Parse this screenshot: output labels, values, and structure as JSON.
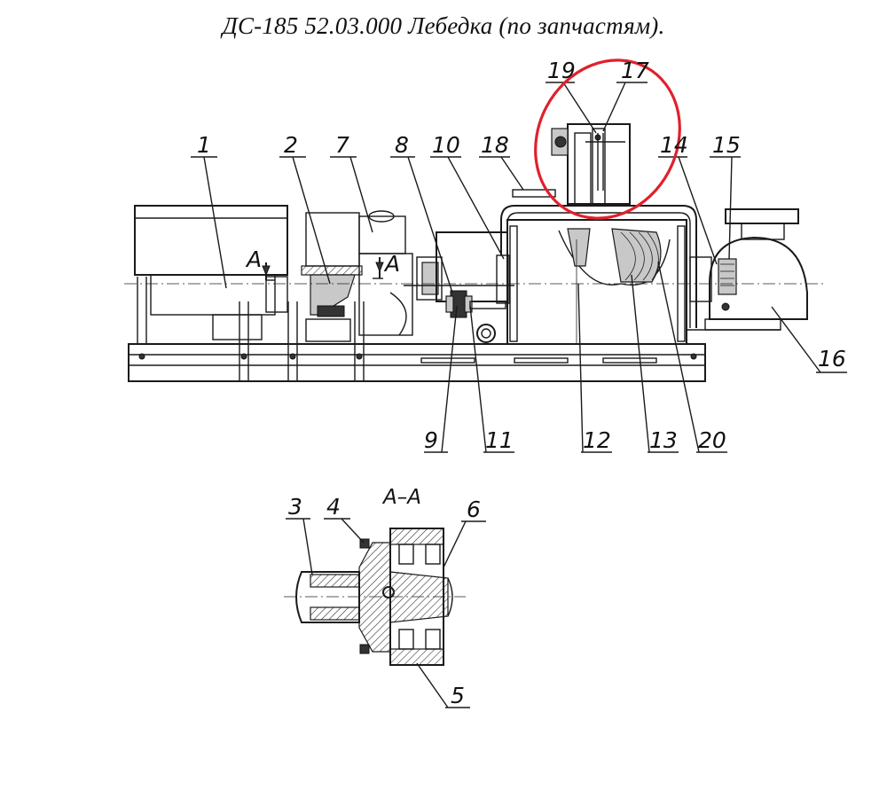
{
  "title": "ДС-185 52.03.000  Лебедка (по запчастям).",
  "section_label": "А–А",
  "cut_mark_left": "А",
  "cut_mark_right": "А",
  "highlight_color": "#e0202c",
  "labels": {
    "p1": "1",
    "p2": "2",
    "p3": "3",
    "p4": "4",
    "p5": "5",
    "p6": "6",
    "p7": "7",
    "p8": "8",
    "p9": "9",
    "p10": "10",
    "p11": "11",
    "p12": "12",
    "p13": "13",
    "p14": "14",
    "p15": "15",
    "p16": "16",
    "p17": "17",
    "p18": "18",
    "p19": "19",
    "p20": "20"
  }
}
